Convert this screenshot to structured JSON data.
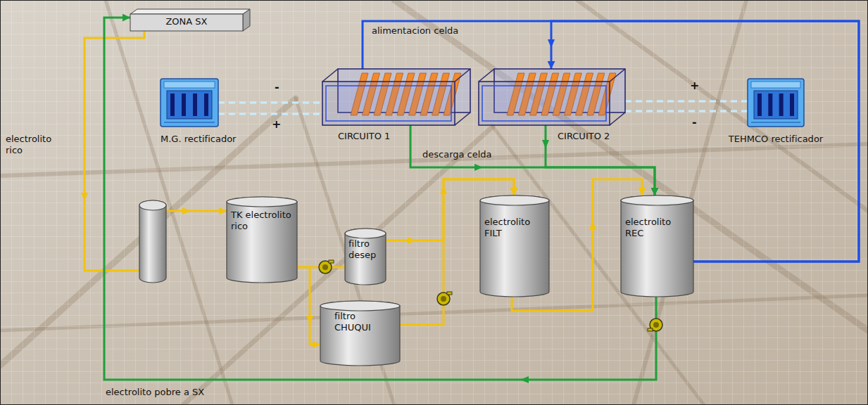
{
  "diagram": {
    "nodes": [
      {
        "text": [
          "ZONA SX"
        ]
      },
      {
        "text": [
          "M.G. rectificador"
        ]
      },
      {
        "text": [
          "CIRCUITO 1"
        ]
      },
      {
        "text": [
          "CIRCUITO 2"
        ]
      },
      {
        "text": [
          "TEHMCO rectificador"
        ]
      },
      {
        "text": [
          "TK electrolito rico"
        ]
      },
      {
        "text": [
          "filtro desep"
        ]
      },
      {
        "text": [
          "electrolito FILT"
        ]
      },
      {
        "text": [
          "electrolito REC"
        ]
      },
      {
        "text": [
          "filtro CHUQUI"
        ]
      }
    ],
    "edges": [
      {
        "from": 0,
        "to": 5,
        "arrow": "to",
        "label": "electrolito rico"
      },
      {
        "from": 1,
        "to": 2,
        "arrow": "none",
        "label": "-"
      },
      {
        "from": 1,
        "to": 2,
        "arrow": "none",
        "label": "+"
      },
      {
        "from": 3,
        "to": 4,
        "arrow": "none",
        "label": "+"
      },
      {
        "from": 3,
        "to": 4,
        "arrow": "none",
        "label": "-"
      },
      {
        "from": 8,
        "to": 2,
        "arrow": "none",
        "label": "alimentacion celda"
      },
      {
        "from": 8,
        "to": 3,
        "arrow": "to"
      },
      {
        "from": 2,
        "to": 8,
        "arrow": "to",
        "label": "descarga celda"
      },
      {
        "from": 3,
        "to": 8,
        "arrow": "to"
      },
      {
        "from": 5,
        "to": 6,
        "arrow": "none"
      },
      {
        "from": 5,
        "to": 9,
        "arrow": "to"
      },
      {
        "from": 6,
        "to": 7,
        "arrow": "to"
      },
      {
        "from": 9,
        "to": 7,
        "arrow": "to"
      },
      {
        "from": 7,
        "to": 8,
        "arrow": "to"
      },
      {
        "from": 8,
        "to": 0,
        "arrow": "to",
        "label": "electrolito pobre a SX"
      }
    ]
  }
}
